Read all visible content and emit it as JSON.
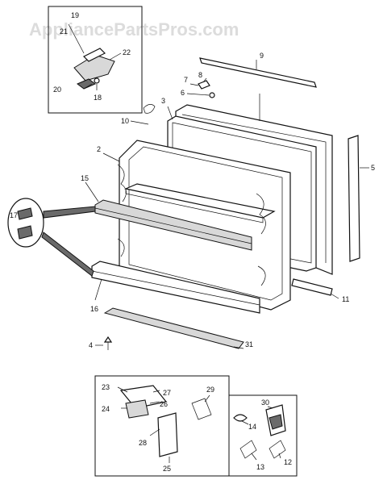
{
  "watermark": "AppliancePartsPros.com",
  "callouts": {
    "c19": "19",
    "c21": "21",
    "c22": "22",
    "c20": "20",
    "c18": "18",
    "c9": "9",
    "c7": "7",
    "c8": "8",
    "c6": "6",
    "c3": "3",
    "c10": "10",
    "c2": "2",
    "c5": "5",
    "c15": "15",
    "c17": "17",
    "c11": "11",
    "c16": "16",
    "c4": "4",
    "c31": "31",
    "c23": "23",
    "c27": "27",
    "c26": "26",
    "c24": "24",
    "c29": "29",
    "c28": "28",
    "c25": "25",
    "c30": "30",
    "c14": "14",
    "c13": "13",
    "c12": "12"
  }
}
